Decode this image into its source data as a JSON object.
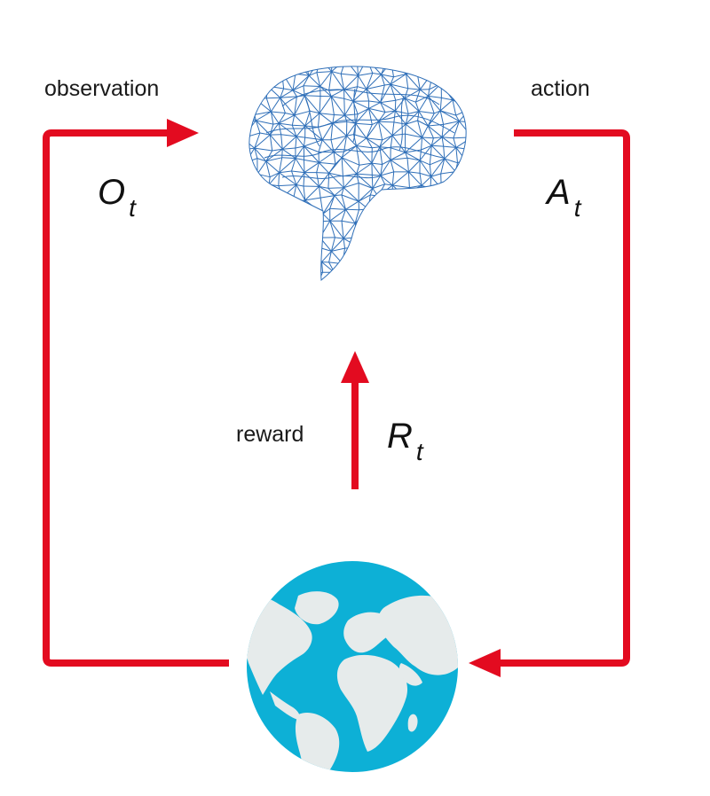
{
  "labels": {
    "observation": "observation",
    "action": "action",
    "reward": "reward"
  },
  "variables": {
    "observation": {
      "symbol": "O",
      "subscript": "t"
    },
    "action": {
      "symbol": "A",
      "subscript": "t"
    },
    "reward": {
      "symbol": "R",
      "subscript": "t"
    }
  },
  "icons": {
    "agent": "brain-icon",
    "environment": "globe-icon"
  },
  "colors": {
    "arrow": "#e30b20",
    "brain_mesh": "#2f6fb8",
    "ocean": "#0db0d6",
    "land": "#e6ebeb",
    "text": "#1a1a1a"
  }
}
